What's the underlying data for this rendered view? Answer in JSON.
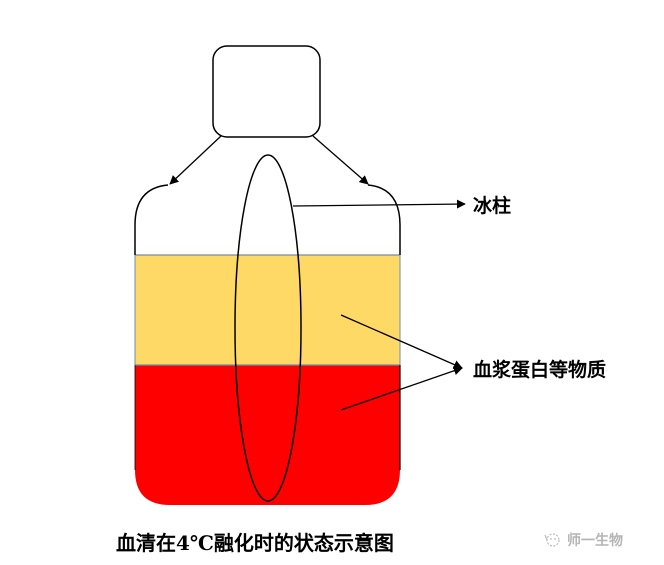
{
  "diagram": {
    "title": "血清在4℃融化时的状态示意图",
    "labels": {
      "ice_column": "冰柱",
      "plasma_proteins": "血浆蛋白等物质"
    },
    "layers": [
      {
        "name": "air-top",
        "color": "#FFFFFF"
      },
      {
        "name": "plasma-protein-layer",
        "color": "#FFD966"
      },
      {
        "name": "red-layer",
        "color": "#FF0000"
      }
    ],
    "watermark": {
      "icon": "wechat-icon",
      "text": "师一生物"
    }
  }
}
